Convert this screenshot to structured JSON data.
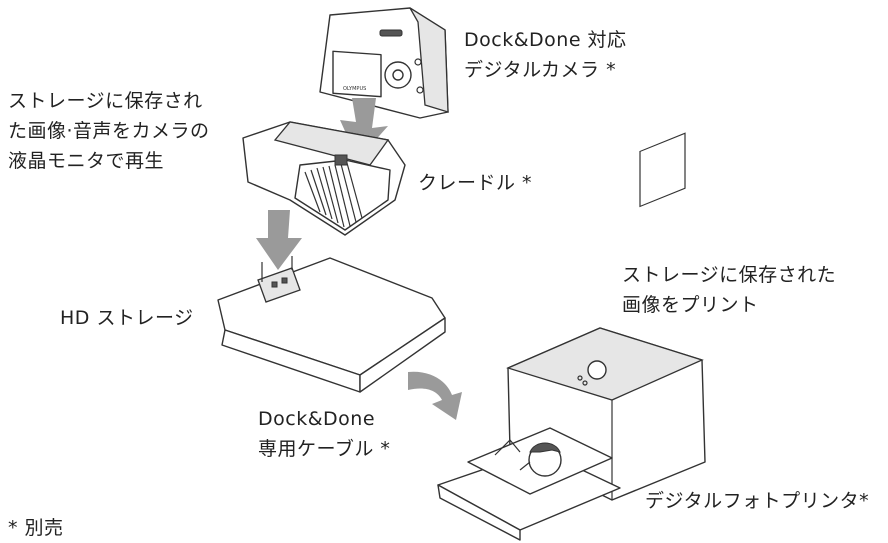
{
  "labels": {
    "camera": [
      "Dock&Done 対応",
      "デジタルカメラ *"
    ],
    "playback": [
      "ストレージに保存され",
      "た画像·音声をカメラの",
      "液晶モニタで再生"
    ],
    "cradle": "クレードル *",
    "storage": "HD ストレージ",
    "print": [
      "ストレージに保存された",
      "画像をプリント"
    ],
    "cable": [
      "Dock&Done",
      "専用ケーブル *"
    ],
    "printer": "デジタルフォトプリンタ*",
    "footnote": "* 別売"
  },
  "camera_brand": "OLYMPUS",
  "colors": {
    "arrow": "#9a9a9a",
    "line": "#333333"
  }
}
